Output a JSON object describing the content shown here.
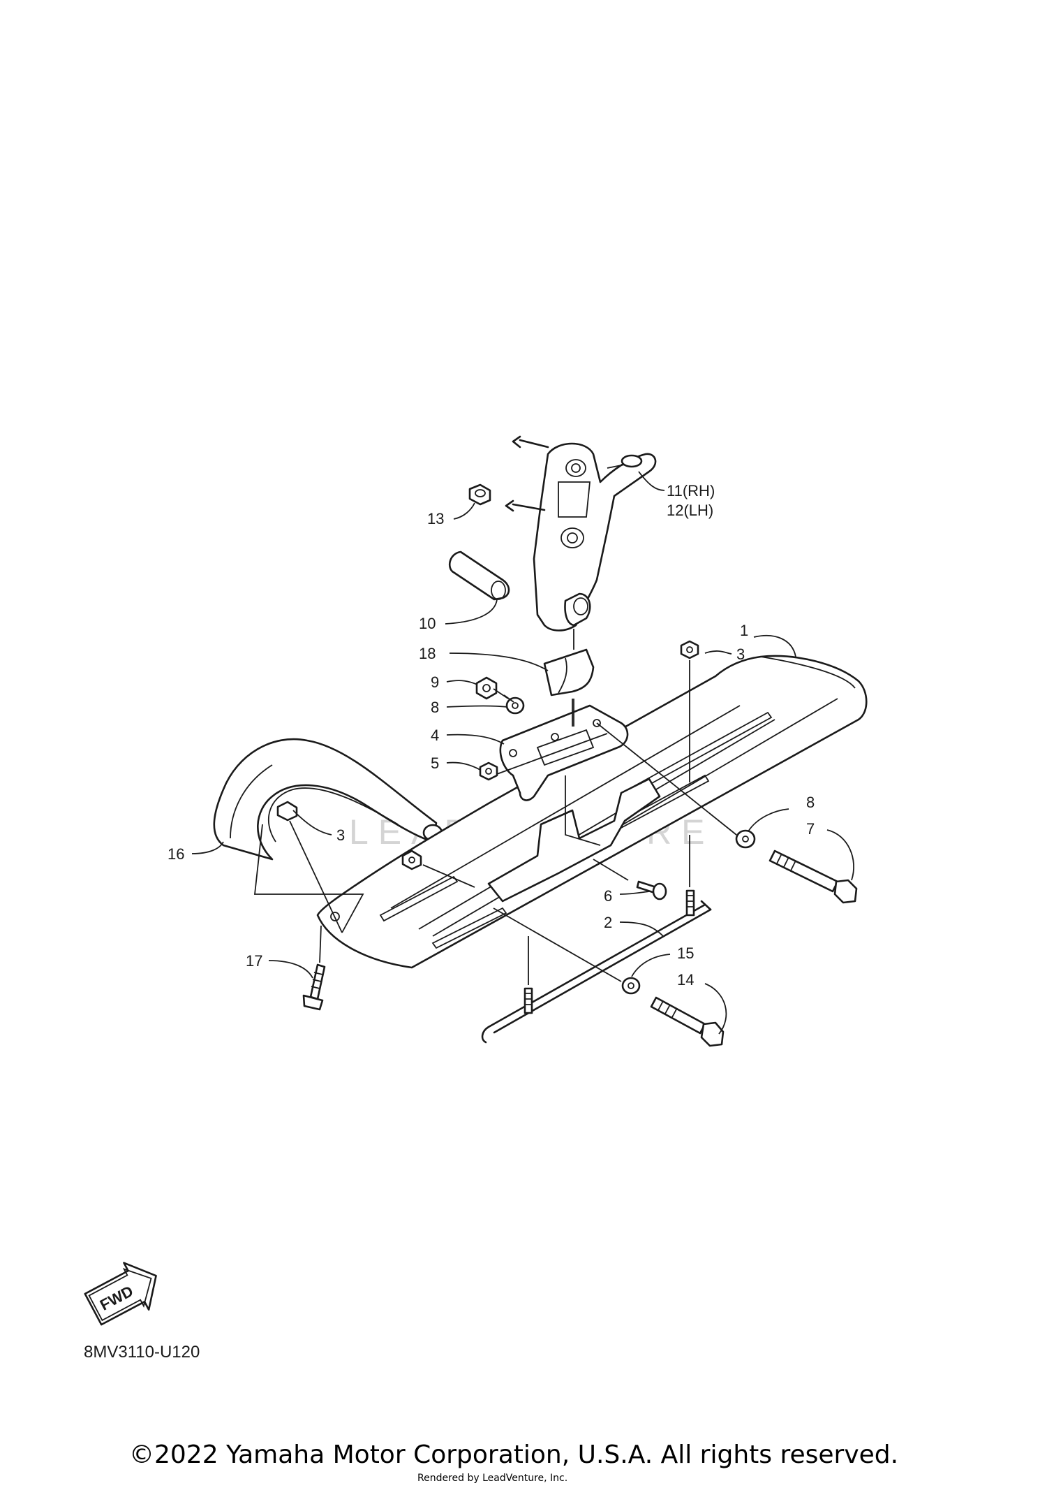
{
  "diagram": {
    "callouts": {
      "c1": "1",
      "c2": "2",
      "c3a": "3",
      "c3b": "3",
      "c4": "4",
      "c5": "5",
      "c6": "6",
      "c7": "7",
      "c8a": "8",
      "c8b": "8",
      "c9": "9",
      "c10": "10",
      "c11": "11(RH)",
      "c12": "12(LH)",
      "c13": "13",
      "c14": "14",
      "c15": "15",
      "c16": "16",
      "c17": "17",
      "c18": "18"
    },
    "fwd_label": "FWD",
    "watermark": "LEADVENTURE",
    "diagram_code": "8MV3110-U120"
  },
  "footer": {
    "copyright": "©2022 Yamaha Motor Corporation, U.S.A. All rights reserved.",
    "rendered_by": "Rendered by LeadVenture, Inc."
  },
  "colors": {
    "line": "#1a1a1a",
    "watermark": "#d4d4d4",
    "background": "#ffffff"
  }
}
